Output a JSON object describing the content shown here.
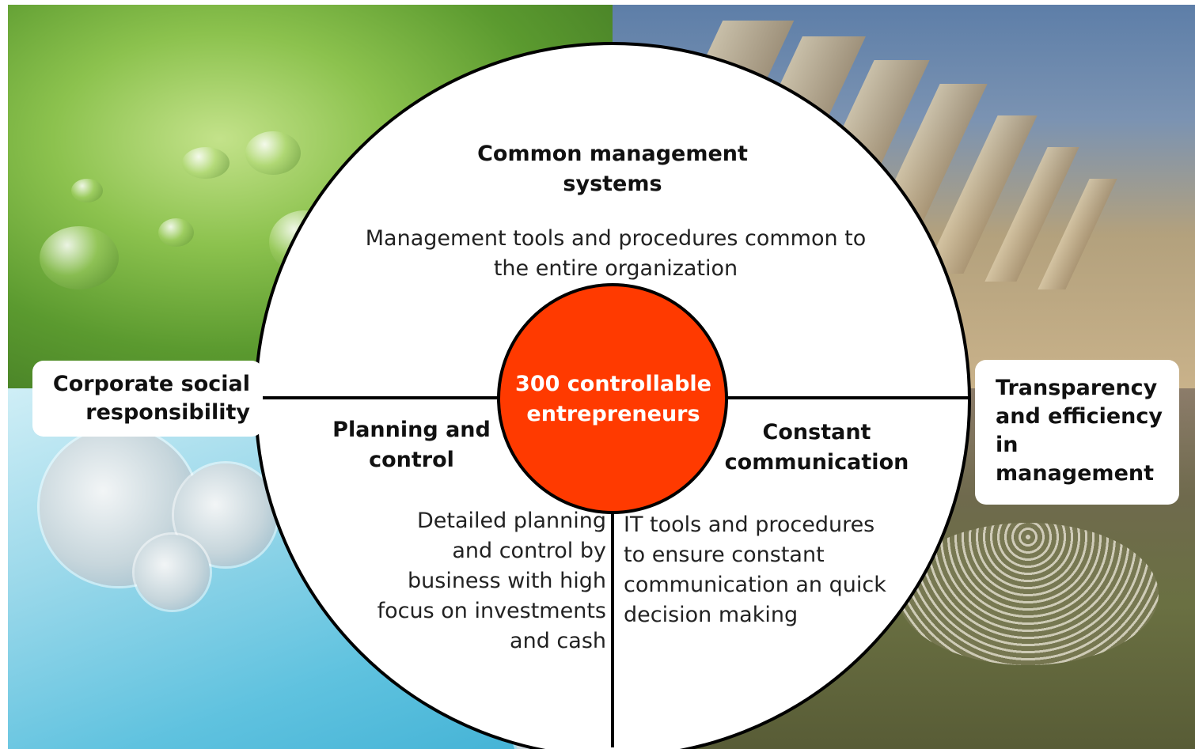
{
  "title": "Common management systems",
  "top_section": {
    "heading": "Common management systems",
    "description": "Management tools and procedures common to the entire organization"
  },
  "center": {
    "label": "300 controllable entrepreneurs",
    "color": "#ff3a00"
  },
  "left_section": {
    "heading": "Planning and control",
    "description": "Detailed planning and control by business with high focus on investments and cash"
  },
  "right_section": {
    "heading": "Constant communication",
    "description": "IT tools and procedures to ensure constant communication an quick decision making"
  },
  "outer_labels": {
    "left": "Corporate social responsibility",
    "right": "Transparency and efficiency in management"
  }
}
